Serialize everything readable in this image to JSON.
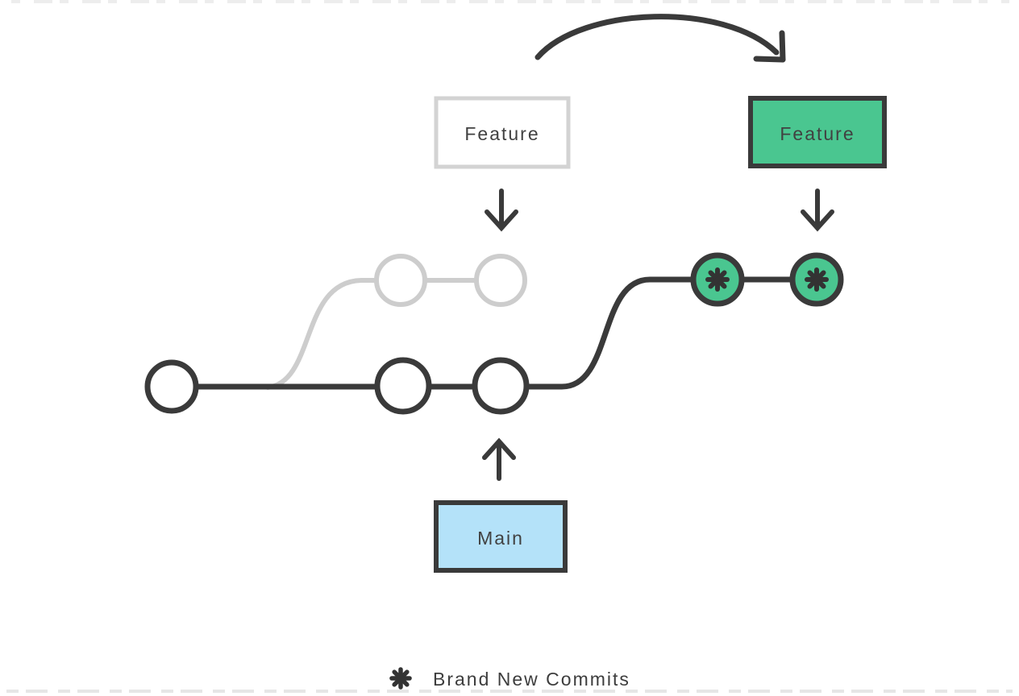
{
  "diagram": {
    "subject": "git-rebase-before-after",
    "boxes": {
      "feature_before": {
        "label": "Feature",
        "style": "outlined-gray"
      },
      "feature_after": {
        "label": "Feature",
        "style": "filled-green"
      },
      "main": {
        "label": "Main",
        "style": "filled-blue"
      }
    },
    "graph": {
      "main_branch_commit_count": 3,
      "old_feature_branch_commit_count": 2,
      "new_rebased_commit_count": 2
    },
    "legend": {
      "icon": "asterisk",
      "label": "Brand New Commits"
    },
    "colors": {
      "green": "#4ac690",
      "blue": "#b4e2f9",
      "dark": "#3a3a3a",
      "light_gray": "#cdcdcd",
      "white": "#ffffff"
    }
  }
}
